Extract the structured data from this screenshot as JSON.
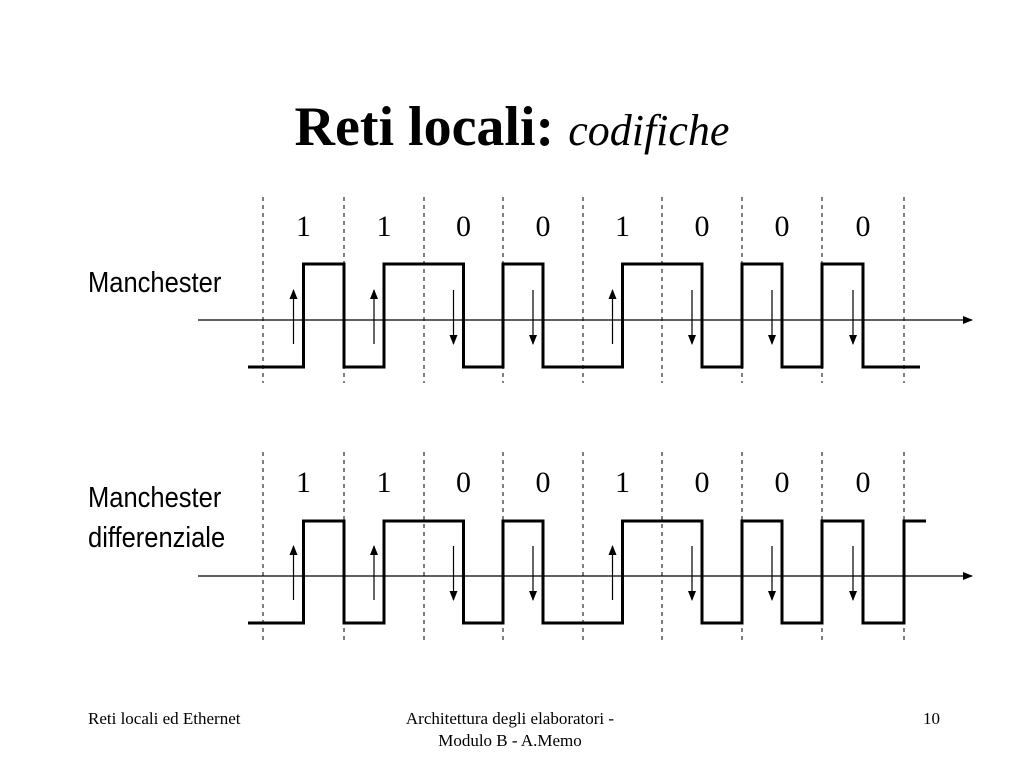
{
  "title": {
    "main": "Reti locali:",
    "sub": "codifiche"
  },
  "bits": [
    "1",
    "1",
    "0",
    "0",
    "1",
    "0",
    "0",
    "0"
  ],
  "manchester": {
    "label": "Manchester",
    "initial_level": "low",
    "transitions": [
      "up",
      "up",
      "down",
      "down",
      "up",
      "down",
      "down",
      "down"
    ]
  },
  "differential": {
    "label_line1": "Manchester",
    "label_line2": "differenziale",
    "initial_level": "low",
    "transitions": [
      "up",
      "up",
      "down",
      "down",
      "up",
      "down",
      "down",
      "down"
    ],
    "final_level": "high"
  },
  "footer": {
    "left": "Reti locali ed Ethernet",
    "center_line1": "Architettura degli elaboratori -",
    "center_line2": "Modulo B - A.Memo",
    "page": "10"
  }
}
